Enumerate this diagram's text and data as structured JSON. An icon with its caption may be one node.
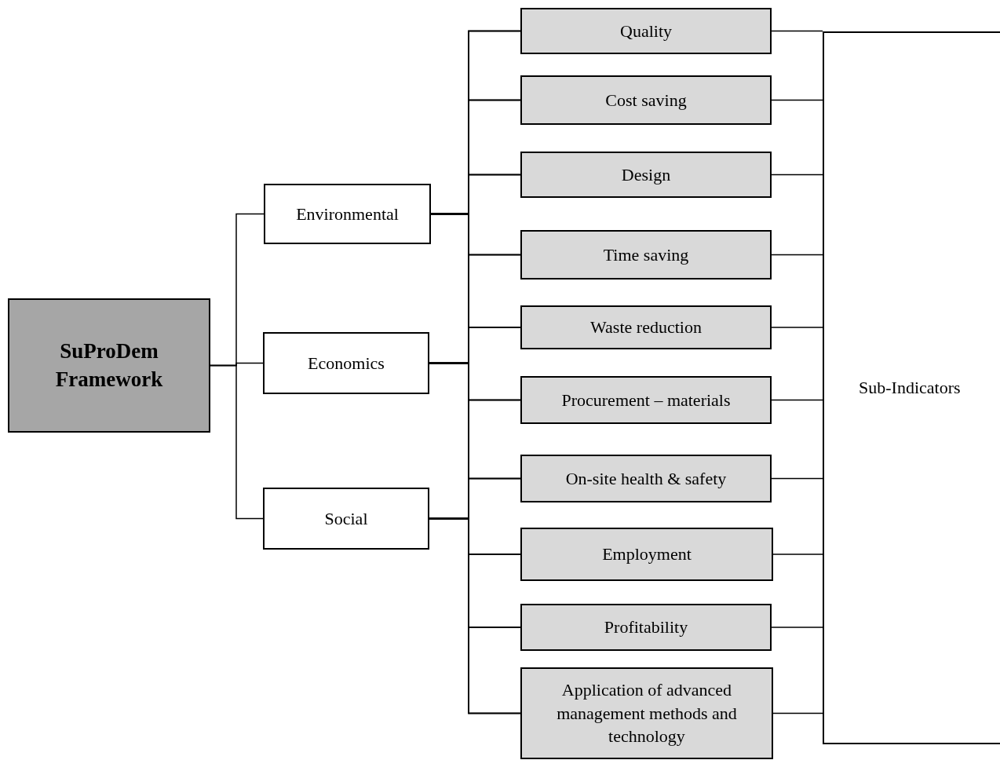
{
  "diagram": {
    "nodes": [
      {
        "text": [
          "SuProDem Framework"
        ]
      },
      {
        "text": [
          "Environmental"
        ]
      },
      {
        "text": [
          "Economics"
        ]
      },
      {
        "text": [
          "Social"
        ]
      },
      {
        "text": [
          "Quality"
        ]
      },
      {
        "text": [
          "Cost saving"
        ]
      },
      {
        "text": [
          "Design"
        ]
      },
      {
        "text": [
          "Time saving"
        ]
      },
      {
        "text": [
          "Waste reduction"
        ]
      },
      {
        "text": [
          "Procurement – materials"
        ]
      },
      {
        "text": [
          "On-site health & safety"
        ]
      },
      {
        "text": [
          "Employment"
        ]
      },
      {
        "text": [
          "Profitability"
        ]
      },
      {
        "text": [
          "Application of advanced management methods and technology"
        ]
      },
      {
        "text": [
          "Sub-Indicators"
        ]
      }
    ],
    "edges": [
      {
        "from": 0,
        "to": 1,
        "arrow": "none"
      },
      {
        "from": 0,
        "to": 2,
        "arrow": "none"
      },
      {
        "from": 0,
        "to": 3,
        "arrow": "none"
      },
      {
        "from": 1,
        "to": 4,
        "arrow": "none"
      },
      {
        "from": 1,
        "to": 5,
        "arrow": "none"
      },
      {
        "from": 1,
        "to": 6,
        "arrow": "none"
      },
      {
        "from": 1,
        "to": 7,
        "arrow": "none"
      },
      {
        "from": 1,
        "to": 8,
        "arrow": "none"
      },
      {
        "from": 1,
        "to": 9,
        "arrow": "none"
      },
      {
        "from": 1,
        "to": 10,
        "arrow": "none"
      },
      {
        "from": 1,
        "to": 11,
        "arrow": "none"
      },
      {
        "from": 1,
        "to": 12,
        "arrow": "none"
      },
      {
        "from": 1,
        "to": 13,
        "arrow": "none"
      },
      {
        "from": 2,
        "to": 4,
        "arrow": "none"
      },
      {
        "from": 2,
        "to": 5,
        "arrow": "none"
      },
      {
        "from": 2,
        "to": 6,
        "arrow": "none"
      },
      {
        "from": 2,
        "to": 7,
        "arrow": "none"
      },
      {
        "from": 2,
        "to": 8,
        "arrow": "none"
      },
      {
        "from": 2,
        "to": 9,
        "arrow": "none"
      },
      {
        "from": 2,
        "to": 10,
        "arrow": "none"
      },
      {
        "from": 2,
        "to": 11,
        "arrow": "none"
      },
      {
        "from": 2,
        "to": 12,
        "arrow": "none"
      },
      {
        "from": 2,
        "to": 13,
        "arrow": "none"
      },
      {
        "from": 3,
        "to": 4,
        "arrow": "none"
      },
      {
        "from": 3,
        "to": 5,
        "arrow": "none"
      },
      {
        "from": 3,
        "to": 6,
        "arrow": "none"
      },
      {
        "from": 3,
        "to": 7,
        "arrow": "none"
      },
      {
        "from": 3,
        "to": 8,
        "arrow": "none"
      },
      {
        "from": 3,
        "to": 9,
        "arrow": "none"
      },
      {
        "from": 3,
        "to": 10,
        "arrow": "none"
      },
      {
        "from": 3,
        "to": 11,
        "arrow": "none"
      },
      {
        "from": 3,
        "to": 12,
        "arrow": "none"
      },
      {
        "from": 3,
        "to": 13,
        "arrow": "none"
      },
      {
        "from": 4,
        "to": 14,
        "arrow": "none"
      },
      {
        "from": 5,
        "to": 14,
        "arrow": "none"
      },
      {
        "from": 6,
        "to": 14,
        "arrow": "none"
      },
      {
        "from": 7,
        "to": 14,
        "arrow": "none"
      },
      {
        "from": 8,
        "to": 14,
        "arrow": "none"
      },
      {
        "from": 9,
        "to": 14,
        "arrow": "none"
      },
      {
        "from": 10,
        "to": 14,
        "arrow": "none"
      },
      {
        "from": 11,
        "to": 14,
        "arrow": "none"
      },
      {
        "from": 12,
        "to": 14,
        "arrow": "none"
      },
      {
        "from": 13,
        "to": 14,
        "arrow": "none"
      }
    ]
  }
}
